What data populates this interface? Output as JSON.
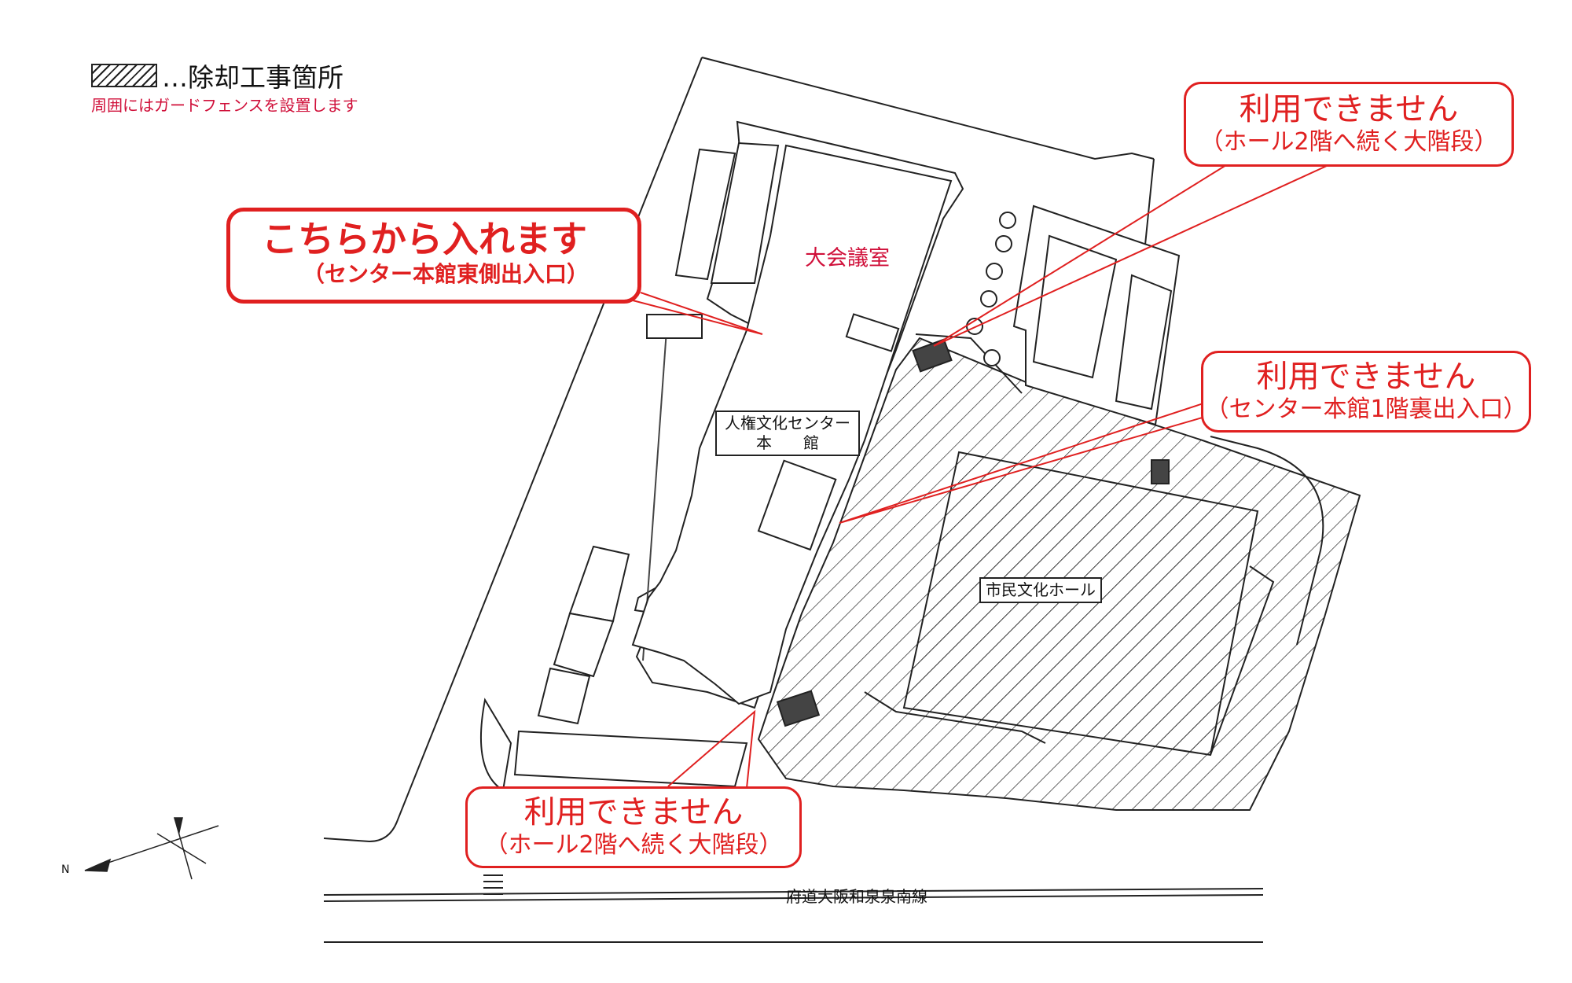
{
  "legend": {
    "text": "…除却工事箇所",
    "note": "周囲にはガードフェンスを設置します",
    "note_color": "#d0103a",
    "hatch_pattern": "diagonal-hatch"
  },
  "callouts": {
    "entrance": {
      "main": "こちらから入れます",
      "sub": "（センター本館東側出入口）"
    },
    "top_right": {
      "main": "利用できません",
      "sub": "（ホール2階へ続く大階段）"
    },
    "middle_right": {
      "main": "利用できません",
      "sub": "（センター本館1階裏出入口）"
    },
    "bottom": {
      "main": "利用できません",
      "sub": "（ホール2階へ続く大階段）"
    },
    "color": "#e02020"
  },
  "map": {
    "room_label": "大会議室",
    "building_label_line1": "人権文化センター",
    "building_label_line2": "本　　館",
    "hall_label": "市民文化ホール",
    "road_label": "府道大阪和泉泉南線",
    "north_label": "N"
  },
  "icons": {
    "compass": "compass-icon",
    "stairs": "stairs-icon"
  }
}
